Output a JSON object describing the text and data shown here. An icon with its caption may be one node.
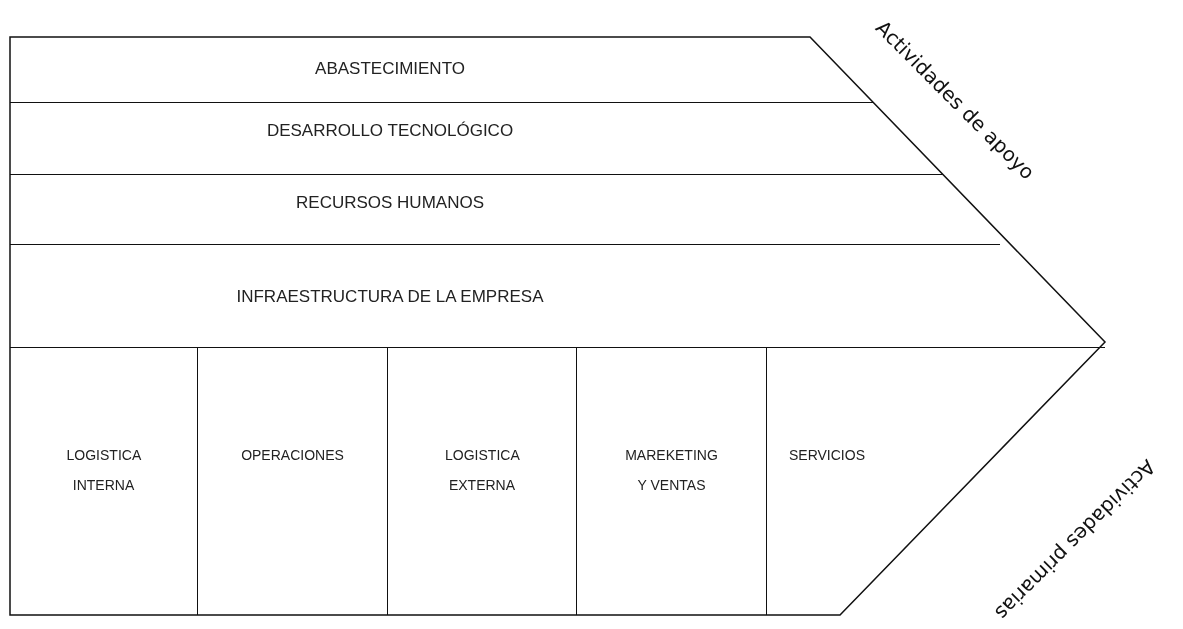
{
  "diagram": {
    "nodes": [
      {
        "text": [
          "ABASTECIMIENTO"
        ]
      },
      {
        "text": [
          "DESARROLLO TECNOLÓGICO"
        ]
      },
      {
        "text": [
          "RECURSOS HUMANOS"
        ]
      },
      {
        "text": [
          "INFRAESTRUCTURA DE LA EMPRESA"
        ]
      },
      {
        "text": [
          "LOGISTICA INTERNA"
        ]
      },
      {
        "text": [
          "OPERACIONES"
        ]
      },
      {
        "text": [
          "LOGISTICA EXTERNA"
        ]
      },
      {
        "text": [
          "MAREKETING Y VENTAS"
        ]
      },
      {
        "text": [
          "SERVICIOS"
        ]
      }
    ],
    "labels": [
      "Actividades de apoyo",
      "Actividades primarias"
    ]
  }
}
